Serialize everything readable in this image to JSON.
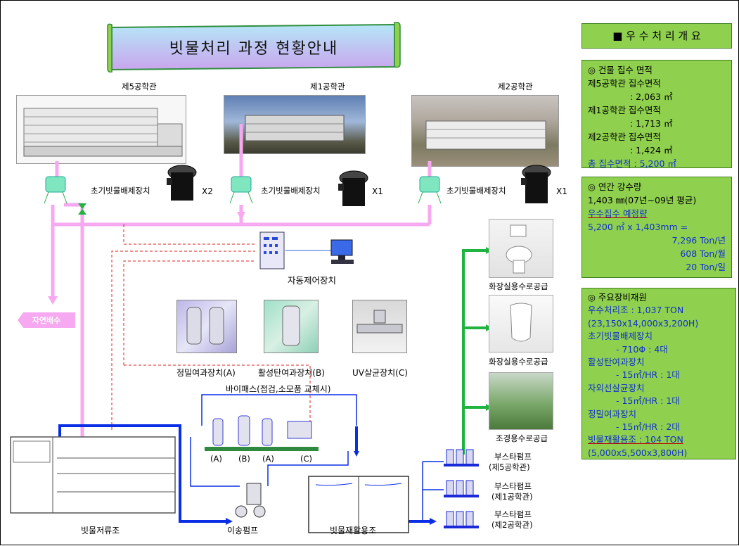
{
  "title": "빗물처리 과정 현황안내",
  "buildings": [
    {
      "name": "제5공학관",
      "device": "초기빗물배제장치",
      "count": "X2"
    },
    {
      "name": "제1공학관",
      "device": "초기빗물배제장치",
      "count": "X1"
    },
    {
      "name": "제2공학관",
      "device": "초기빗물배제장치",
      "count": "X1"
    }
  ],
  "auto_control": "자동제어장치",
  "natural_discharge": "자연배수",
  "equipment": [
    {
      "label": "정밀여과장치(A)"
    },
    {
      "label": "활성탄여과장치(B)"
    },
    {
      "label": "UV살균장치(C)"
    }
  ],
  "bypass": "바이패스(점검,소모품 교체시)",
  "filter_tags": [
    "(A)",
    "(B)",
    "(A)",
    "(C)"
  ],
  "supply": [
    {
      "label": "화장실용수로공급"
    },
    {
      "label": "화장실용수로공급"
    },
    {
      "label": "조경용수로공급"
    }
  ],
  "boosters": [
    {
      "line1": "부스타펌프",
      "line2": "(제5공학관)"
    },
    {
      "line1": "부스타펌프",
      "line2": "(제1공학관)"
    },
    {
      "line1": "부스타펌프",
      "line2": "(제2공학관)"
    }
  ],
  "tanks": {
    "storage": "빗물저류조",
    "transfer_pump": "이송펌프",
    "reuse": "빗물재활용조"
  },
  "summary": {
    "heading": "■ 우 수 처 리 개 요",
    "area": {
      "title": "◎ 건물 집수 면적",
      "lines": [
        "제5공학관 집수면적",
        ": 2,063 ㎡",
        "제1공학관 집수면적",
        ": 1,713 ㎡",
        "제2공학관 집수면적",
        ": 1,424 ㎡"
      ],
      "total": "총 집수면적 : 5,200 ㎡"
    },
    "rainfall": {
      "title": "◎ 연간 강수량",
      "line1": "1,403 ㎜(07년~09년 평균)",
      "line2": "우수집수 예정량",
      "line3": "5,200 ㎡ x 1,403mm =",
      "line4": "7,296 Ton/년",
      "line5": "608 Ton/월",
      "line6": "20 Ton/일"
    },
    "equipment": {
      "title": "◎ 주요장비재원",
      "l1": "우수처리조 : 1,037 TON",
      "l2": "(23,150x14,000x3,200H)",
      "l3": "초기빗물배제장치",
      "l4": "- 710Φ : 4대",
      "l5": "활성탄여과장치",
      "l6": "- 15㎥/HR : 1대",
      "l7": "자외선살균장치",
      "l8": "- 15㎥/HR : 1대",
      "l9": "정밀여과장치",
      "l10": "- 15㎥/HR : 2대",
      "l11": "빗물재활용조 : 104 TON",
      "l12": "(5,000x5,500x3,800H)"
    }
  },
  "colors": {
    "pink": "#f6a8f0",
    "blue": "#0a2ee6",
    "green": "#1fb33f",
    "red_dashed": "#e02020",
    "panel": "#8fd14f"
  }
}
